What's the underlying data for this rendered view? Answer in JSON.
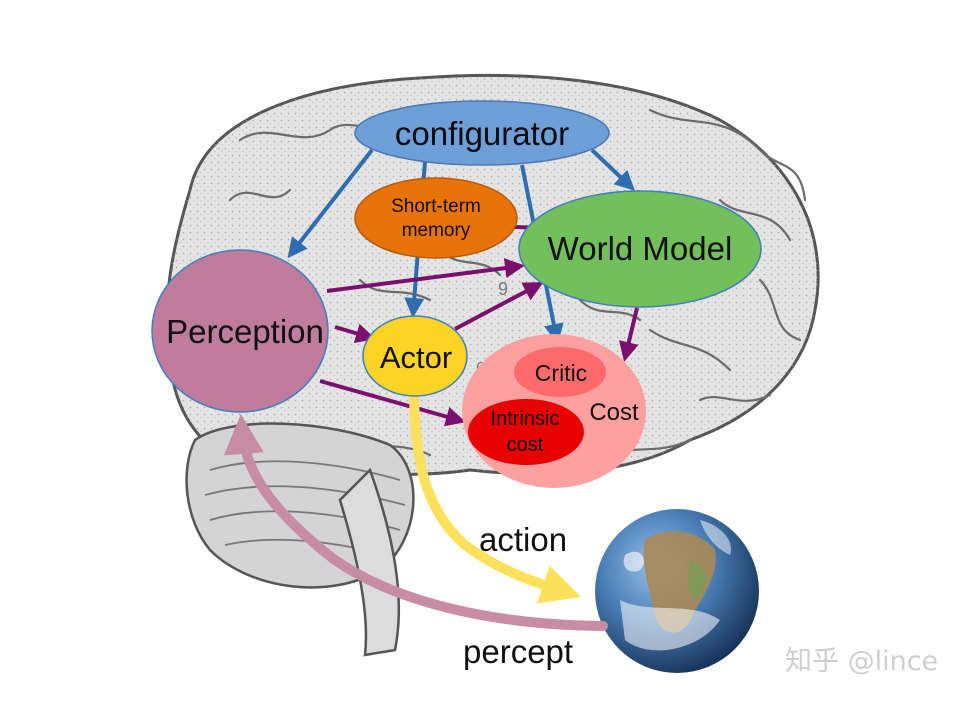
{
  "nodes": {
    "configurator": {
      "label": "configurator",
      "color": "#6f9fd8"
    },
    "memory": {
      "label_line1": "Short-term",
      "label_line2": "memory",
      "color": "#e8730a"
    },
    "world_model": {
      "label": "World Model",
      "color": "#72bf5c"
    },
    "perception": {
      "label": "Perception",
      "color": "#c07c9c"
    },
    "actor": {
      "label": "Actor",
      "color": "#fdd425"
    },
    "cost": {
      "label": "Cost",
      "color": "#ffa0a0"
    },
    "critic": {
      "label": "Critic",
      "color": "#ff6b6b"
    },
    "intrinsic_cost": {
      "label_line1": "Intrinsic",
      "label_line2": "cost",
      "color": "#e60000"
    }
  },
  "flows": {
    "action": {
      "label": "action",
      "color": "#fde05c"
    },
    "percept": {
      "label": "percept",
      "color": "#c88ca4"
    }
  },
  "arrow_colors": {
    "config": "#2e6db0",
    "internal": "#7a0f6e"
  },
  "brain_numbers": [
    "9",
    "6"
  ],
  "watermark": "知乎 @lince"
}
